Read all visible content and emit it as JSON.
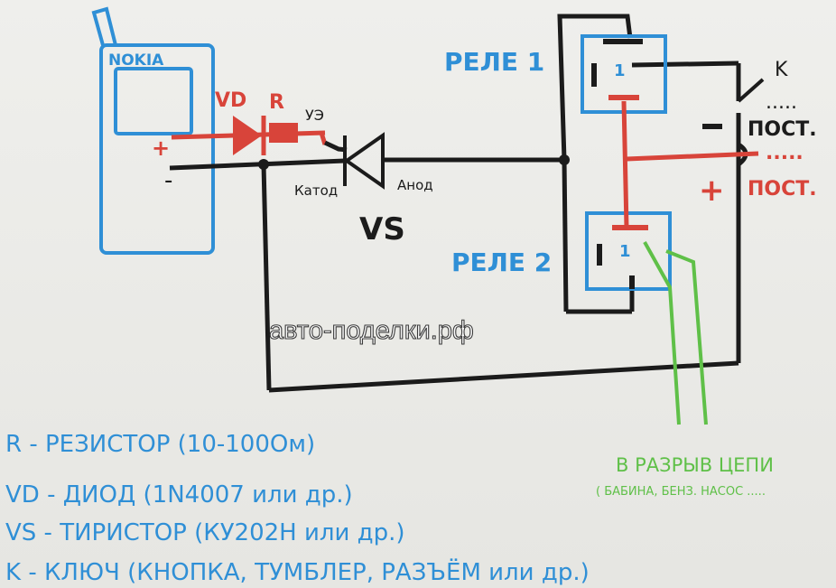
{
  "phone": {
    "brand": "NOKIA",
    "plus": "+",
    "minus": "-"
  },
  "diode": {
    "vd": "VD",
    "r": "R",
    "ue": "УЭ"
  },
  "thyristor": {
    "name": "VS",
    "cathode": "Катод",
    "anode": "Анод"
  },
  "relay1": {
    "label": "РЕЛЕ 1",
    "pin": "1"
  },
  "relay2": {
    "label": "РЕЛЕ 2",
    "pin": "1"
  },
  "switch_k": {
    "label": "K"
  },
  "supply": {
    "minus_sign": "-",
    "plus_sign": "+",
    "minus_text": "ПОСТ.",
    "plus_text": "ПОСТ.",
    "dots": "....."
  },
  "green_note": {
    "line1": "В РАЗРЫВ ЦЕПИ",
    "line2": "( БАБИНА, БЕНЗ. НАСОС ....."
  },
  "watermark": "авто-поделки.рф",
  "legend": [
    "R - РЕЗИСТОР (10-100Ом)",
    "VD - ДИОД (1N4007 или др.)",
    "VS - ТИРИСТОР (КУ202Н или др.)",
    "K - КЛЮЧ (КНОПКА, ТУМБЛЕР, РАЗЪЁМ или др.)"
  ],
  "colors": {
    "blue": "#2f8fd6",
    "red": "#d8443a",
    "black": "#1b1b1b",
    "green": "#5fc048"
  }
}
